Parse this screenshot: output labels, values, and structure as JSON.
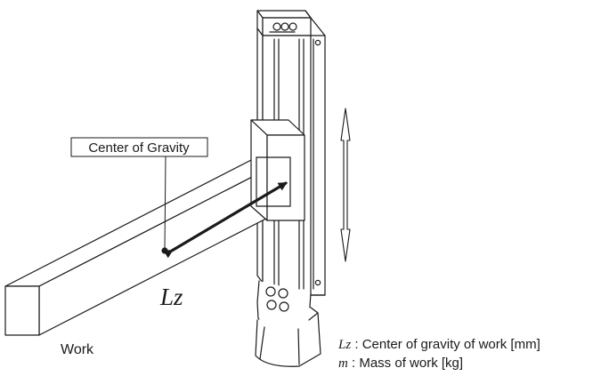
{
  "labels": {
    "center_of_gravity": "Center of Gravity",
    "lz_symbol": "Lz",
    "work": "Work"
  },
  "legend": {
    "lz_symbol": "Lz",
    "lz_desc": " : Center of gravity of work [mm]",
    "m_symbol": "m",
    "m_desc": " : Mass of work [kg]"
  }
}
